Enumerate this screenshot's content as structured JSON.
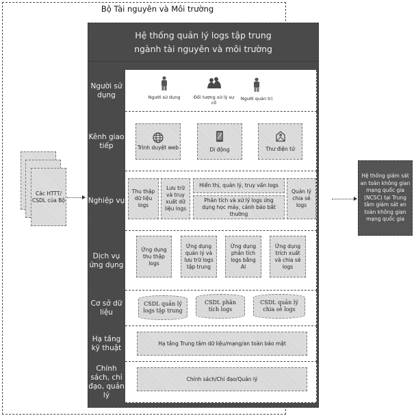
{
  "outer": {
    "title": "Bộ Tài nguyên và Môi trường"
  },
  "panel": {
    "title_line1": "Hệ thống quản lý logs tập trung",
    "title_line2": "ngành tài nguyên và môi trường"
  },
  "layers": [
    {
      "label": "Người sử dụng",
      "items": [
        {
          "label": "Người sử dụng",
          "icon": "person-icon"
        },
        {
          "label": "Đối tượng xử lý sự cố",
          "icon": "group-icon"
        },
        {
          "label": "Người quản trị",
          "icon": "admin-person-icon"
        }
      ]
    },
    {
      "label": "Kênh giao tiếp",
      "items": [
        {
          "label": "Trình duyệt web",
          "icon": "globe-icon"
        },
        {
          "label": "Di động",
          "icon": "mobile-icon"
        },
        {
          "label": "Thư điện tử",
          "icon": "email-icon"
        }
      ]
    },
    {
      "label": "Nghiệp vụ",
      "items": [
        {
          "label": "Thu thập dữ liệu logs"
        },
        {
          "label": "Lưu trữ và truy xuất dữ liệu logs"
        },
        {
          "label": "Hiển thị, quản lý, truy vấn logs"
        },
        {
          "label": "Phân tích và xử lý logs ứng dụng học máy, cảnh báo bất thường"
        },
        {
          "label": "Quản lý chia sẻ logs"
        }
      ]
    },
    {
      "label": "Dịch vụ ứng dụng",
      "items": [
        {
          "label": "Ứng dụng thu thập logs"
        },
        {
          "label": "Ứng dụng quản lý và lưu trữ logs tập trung"
        },
        {
          "label": "Ứng dụng phân tích logs bằng AI"
        },
        {
          "label": "Ứng dụng trích xuất và chia sẻ logs"
        }
      ]
    },
    {
      "label": "Cơ sở dữ liệu",
      "items": [
        {
          "label": "CSDL quản lý logs tập trung"
        },
        {
          "label": "CSDL phân tích logs"
        },
        {
          "label": "CSDL quản lý chia sẻ logs"
        }
      ]
    },
    {
      "label": "Hạ tầng kỹ thuật",
      "items": [
        {
          "label": "Hạ tầng Trung tâm  dữ liệu/mạng/an toàn bảo mật"
        }
      ]
    },
    {
      "label": "Chính sách, chỉ đạo, quản lý",
      "items": [
        {
          "label": "Chính sách/Chỉ đạo/Quản lý"
        }
      ]
    }
  ],
  "source": {
    "label": "Các HTTT/ CSDL của Bộ"
  },
  "target": {
    "label": "Hệ thống giám sát an toàn không gian mạng quốc gia (NCSC) tại Trung tâm giám sát an toàn không gian mạng quốc gia"
  }
}
